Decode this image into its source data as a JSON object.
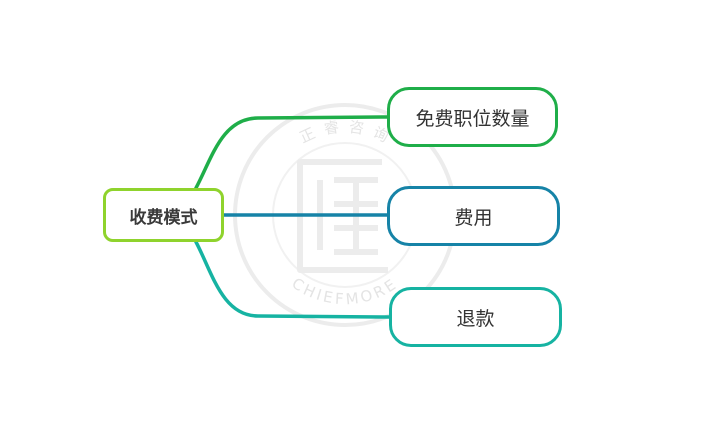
{
  "root": {
    "label": "收费模式",
    "color": "#8fd32d"
  },
  "branches": [
    {
      "label": "免费职位数量",
      "color": "#1fae49"
    },
    {
      "label": "费用",
      "color": "#1683a7"
    },
    {
      "label": "退款",
      "color": "#16b3a2"
    }
  ],
  "watermark": {
    "top_text": "正 睿 咨 询",
    "bottom_text": "CHIEFMORE"
  }
}
